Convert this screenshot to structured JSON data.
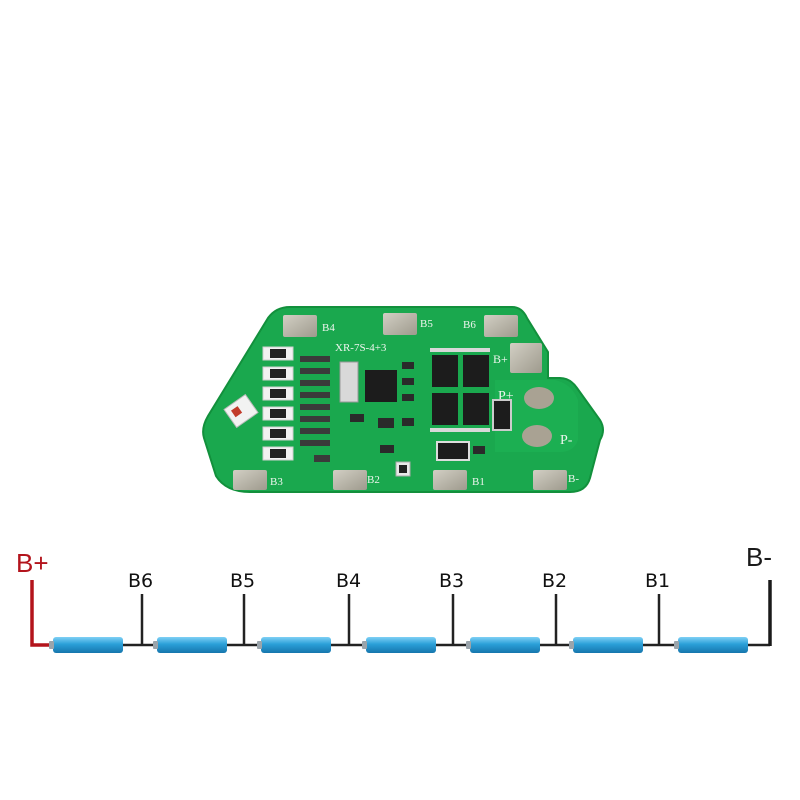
{
  "board": {
    "model": "XR-7S-4+3",
    "labels": {
      "b4": "B4",
      "b5": "B5",
      "b6": "B6",
      "b3": "B3",
      "b2": "B2",
      "b1": "B1",
      "b_minus": "B-",
      "b_plus": "B+",
      "p_plus": "P+",
      "p_minus": "P-"
    },
    "colors": {
      "pcb": "#1aa84e",
      "pcb_edge": "#15923f",
      "pad": "#b7b3a6",
      "chip": "#1c1c1c"
    }
  },
  "wiring": {
    "positive_label": "B+",
    "negative_label": "B-",
    "tap_labels": [
      "B6",
      "B5",
      "B4",
      "B3",
      "B2",
      "B1"
    ],
    "cell_count": 7,
    "colors": {
      "positive": "#b3141c",
      "negative": "#1a1a1a",
      "cell": "#2a9fd8",
      "wire": "#222222"
    }
  }
}
